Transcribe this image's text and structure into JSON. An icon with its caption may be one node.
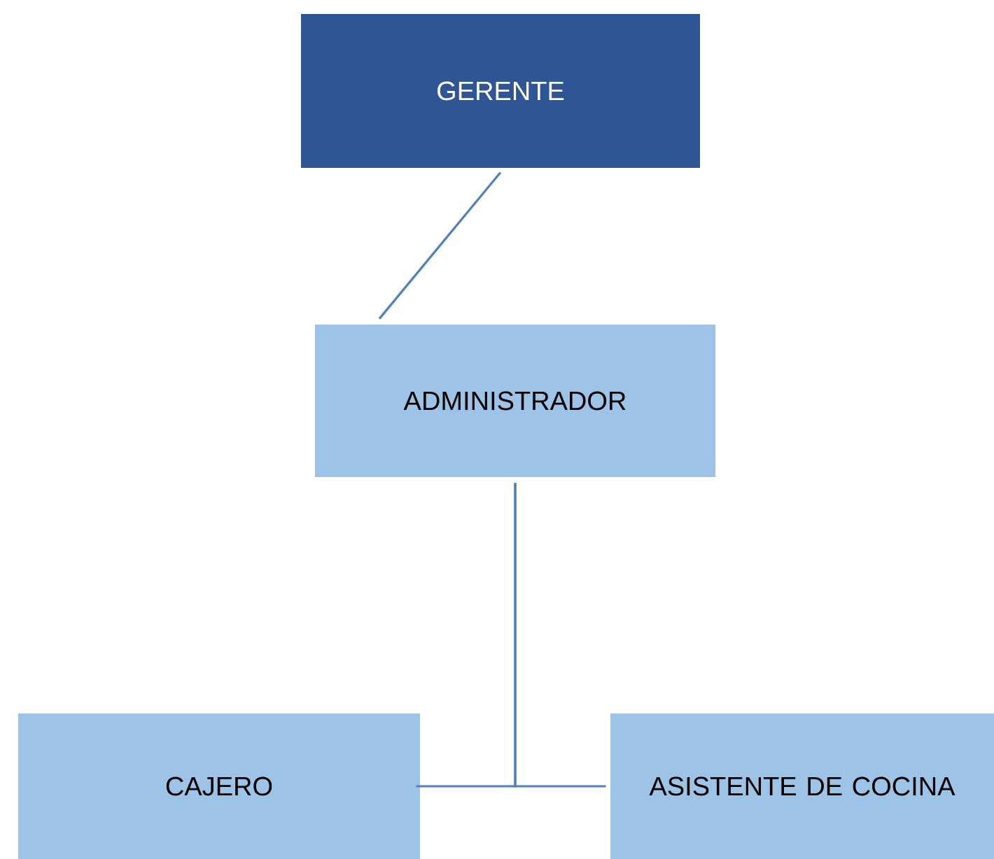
{
  "diagram": {
    "nodes": [
      {
        "text": [
          "GERENTE"
        ]
      },
      {
        "text": [
          "ADMINISTRADOR"
        ]
      },
      {
        "text": [
          "CAJERO"
        ]
      },
      {
        "text": [
          "ASISTENTE DE COCINA"
        ]
      }
    ],
    "edges": [
      {
        "from": 0,
        "to": 1,
        "arrow": "none"
      },
      {
        "from": 1,
        "to": 2,
        "arrow": "none"
      },
      {
        "from": 1,
        "to": 3,
        "arrow": "none"
      }
    ]
  }
}
